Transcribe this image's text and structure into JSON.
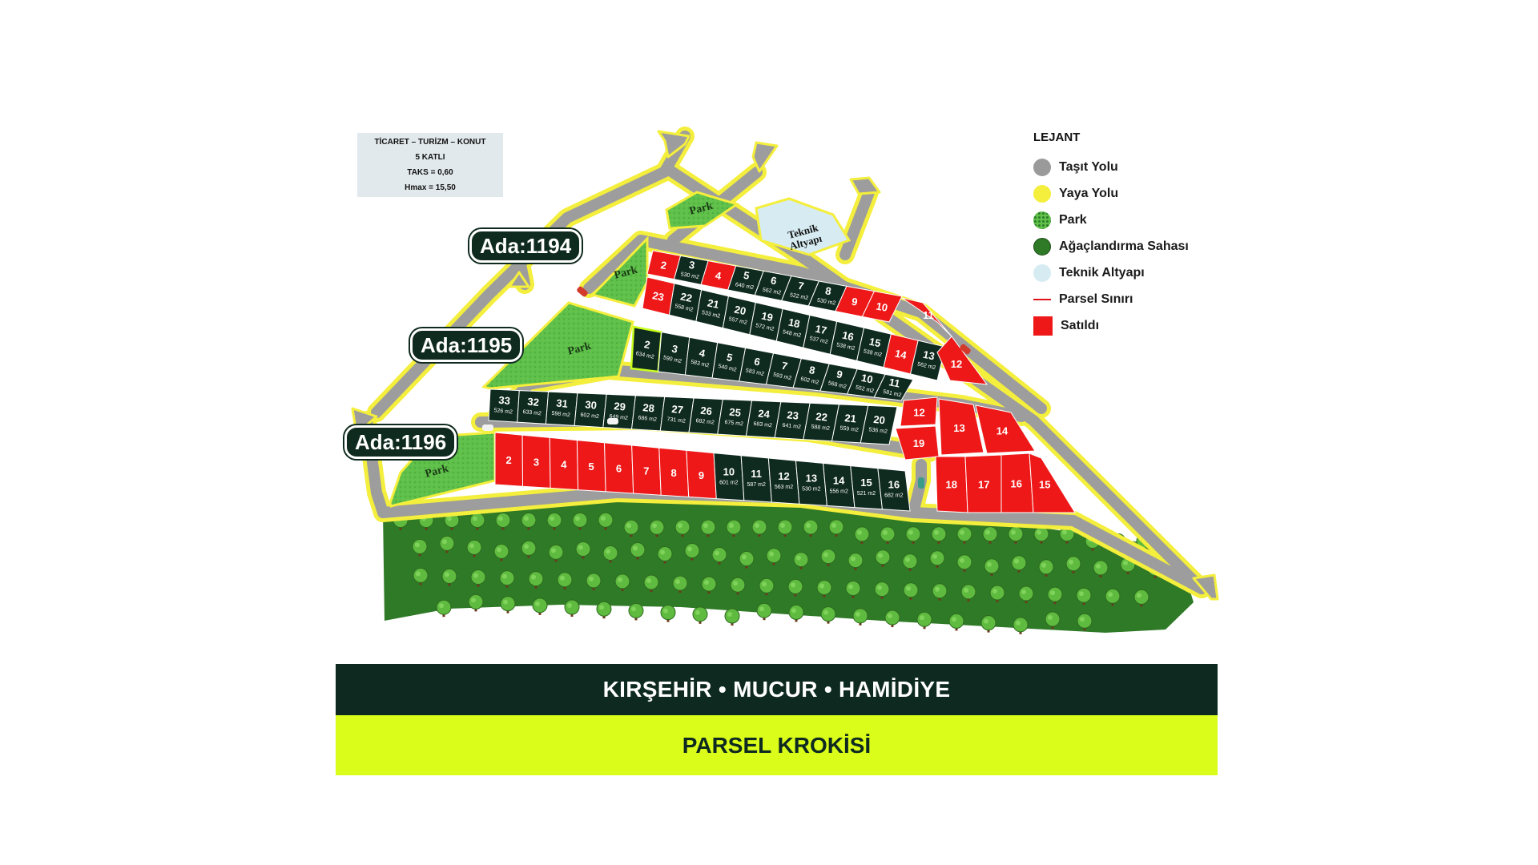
{
  "info": {
    "line1": "TİCARET – TURİZM – KONUT",
    "line2": "5 KATLI",
    "line3": "TAKS = 0,60",
    "line4": "Hmax = 15,50"
  },
  "ada_labels": [
    "Ada:1194",
    "Ada:1195",
    "Ada:1196"
  ],
  "map_labels": {
    "park": "Park",
    "teknik_1": "Teknik",
    "teknik_2": "Altyapı"
  },
  "legend": {
    "title": "LEJANT",
    "items": [
      {
        "label": "Taşıt Yolu",
        "icon": "road-swatch-icon",
        "color": "#9a9a9a"
      },
      {
        "label": "Yaya Yolu",
        "icon": "walkway-swatch-icon",
        "color": "#f4ee3c"
      },
      {
        "label": "Park",
        "icon": "park-swatch-icon",
        "color": "#5fc04a"
      },
      {
        "label": "Ağaçlandırma Sahası",
        "icon": "forest-swatch-icon",
        "color": "#2f7a27"
      },
      {
        "label": "Teknik Altyapı",
        "icon": "technical-swatch-icon",
        "color": "#d6ecf2"
      },
      {
        "label": "Parsel Sınırı",
        "icon": "parcel-line-icon",
        "color": "#e0141b"
      },
      {
        "label": "Satıldı",
        "icon": "sold-swatch-icon",
        "color": "#ee1818"
      }
    ]
  },
  "colors": {
    "parcel": "#0f2a1f",
    "sold": "#ee1818",
    "road": "#9d9d9d",
    "walkway": "#f4ee3c",
    "park": "#5fc04a",
    "forest": "#2f7a27",
    "highlight": "#c8ff1e"
  },
  "blocks": {
    "ada_1194_top": [
      {
        "no": "2",
        "sold": true
      },
      {
        "no": "3",
        "area": "530 m2"
      },
      {
        "no": "4",
        "sold": true
      },
      {
        "no": "5",
        "area": "640 m2"
      },
      {
        "no": "6",
        "area": "562 m2"
      },
      {
        "no": "7",
        "area": "522 m2"
      },
      {
        "no": "8",
        "area": "530 m2"
      },
      {
        "no": "9",
        "sold": true
      },
      {
        "no": "10",
        "sold": true
      }
    ],
    "ada_1194_bottom": [
      {
        "no": "23",
        "sold": true
      },
      {
        "no": "22",
        "area": "558 m2"
      },
      {
        "no": "21",
        "area": "533 m2"
      },
      {
        "no": "20",
        "area": "557 m2"
      },
      {
        "no": "19",
        "area": "572 m2"
      },
      {
        "no": "18",
        "area": "548 m2"
      },
      {
        "no": "17",
        "area": "537 m2"
      },
      {
        "no": "16",
        "area": "538 m2"
      },
      {
        "no": "15",
        "area": "538 m2"
      },
      {
        "no": "14",
        "sold": true
      },
      {
        "no": "13",
        "area": "562 m2"
      }
    ],
    "ada_1194_tail": [
      {
        "no": "11",
        "sold": true
      },
      {
        "no": "12",
        "sold": true
      }
    ],
    "ada_1195_top": [
      {
        "no": "2",
        "area": "634 m2",
        "highlight": true
      },
      {
        "no": "3",
        "area": "590 m2"
      },
      {
        "no": "4",
        "area": "583 m2"
      },
      {
        "no": "5",
        "area": "540 m2"
      },
      {
        "no": "6",
        "area": "583 m2"
      },
      {
        "no": "7",
        "area": "593 m2"
      },
      {
        "no": "8",
        "area": "602 m2"
      },
      {
        "no": "9",
        "area": "568 m2"
      },
      {
        "no": "10",
        "area": "552 m2"
      },
      {
        "no": "11",
        "area": "581 m2"
      }
    ],
    "ada_1195_bottom": [
      {
        "no": "33",
        "area": "526 m2"
      },
      {
        "no": "32",
        "area": "633 m2"
      },
      {
        "no": "31",
        "area": "598 m2"
      },
      {
        "no": "30",
        "area": "602 m2"
      },
      {
        "no": "29",
        "area": "649 m2"
      },
      {
        "no": "28",
        "area": "686 m2"
      },
      {
        "no": "27",
        "area": "731 m2"
      },
      {
        "no": "26",
        "area": "682 m2"
      },
      {
        "no": "25",
        "area": "675 m2"
      },
      {
        "no": "24",
        "area": "683 m2"
      },
      {
        "no": "23",
        "area": "641 m2"
      },
      {
        "no": "22",
        "area": "588 m2"
      },
      {
        "no": "21",
        "area": "559 m2"
      },
      {
        "no": "20",
        "area": "536 m2"
      }
    ],
    "ada_1195_tail": [
      {
        "no": "12",
        "sold": true
      },
      {
        "no": "19",
        "sold": true
      },
      {
        "no": "13",
        "sold": true
      },
      {
        "no": "14",
        "sold": true
      },
      {
        "no": "18",
        "sold": true
      },
      {
        "no": "17",
        "sold": true
      },
      {
        "no": "16",
        "sold": true
      },
      {
        "no": "15",
        "sold": true
      }
    ],
    "ada_1196": [
      {
        "no": "2",
        "sold": true
      },
      {
        "no": "3",
        "sold": true
      },
      {
        "no": "4",
        "sold": true
      },
      {
        "no": "5",
        "sold": true
      },
      {
        "no": "6",
        "sold": true
      },
      {
        "no": "7",
        "sold": true
      },
      {
        "no": "8",
        "sold": true
      },
      {
        "no": "9",
        "sold": true
      },
      {
        "no": "10",
        "area": "601 m2"
      },
      {
        "no": "11",
        "area": "587 m2"
      },
      {
        "no": "12",
        "area": "563 m2"
      },
      {
        "no": "13",
        "area": "530 m2"
      },
      {
        "no": "14",
        "area": "556 m2"
      },
      {
        "no": "15",
        "area": "521 m2"
      },
      {
        "no": "16",
        "area": "682 m2"
      }
    ]
  },
  "footer": {
    "location": "KIRŞEHİR • MUCUR • HAMİDİYE",
    "subtitle": "PARSEL KROKİSİ"
  }
}
